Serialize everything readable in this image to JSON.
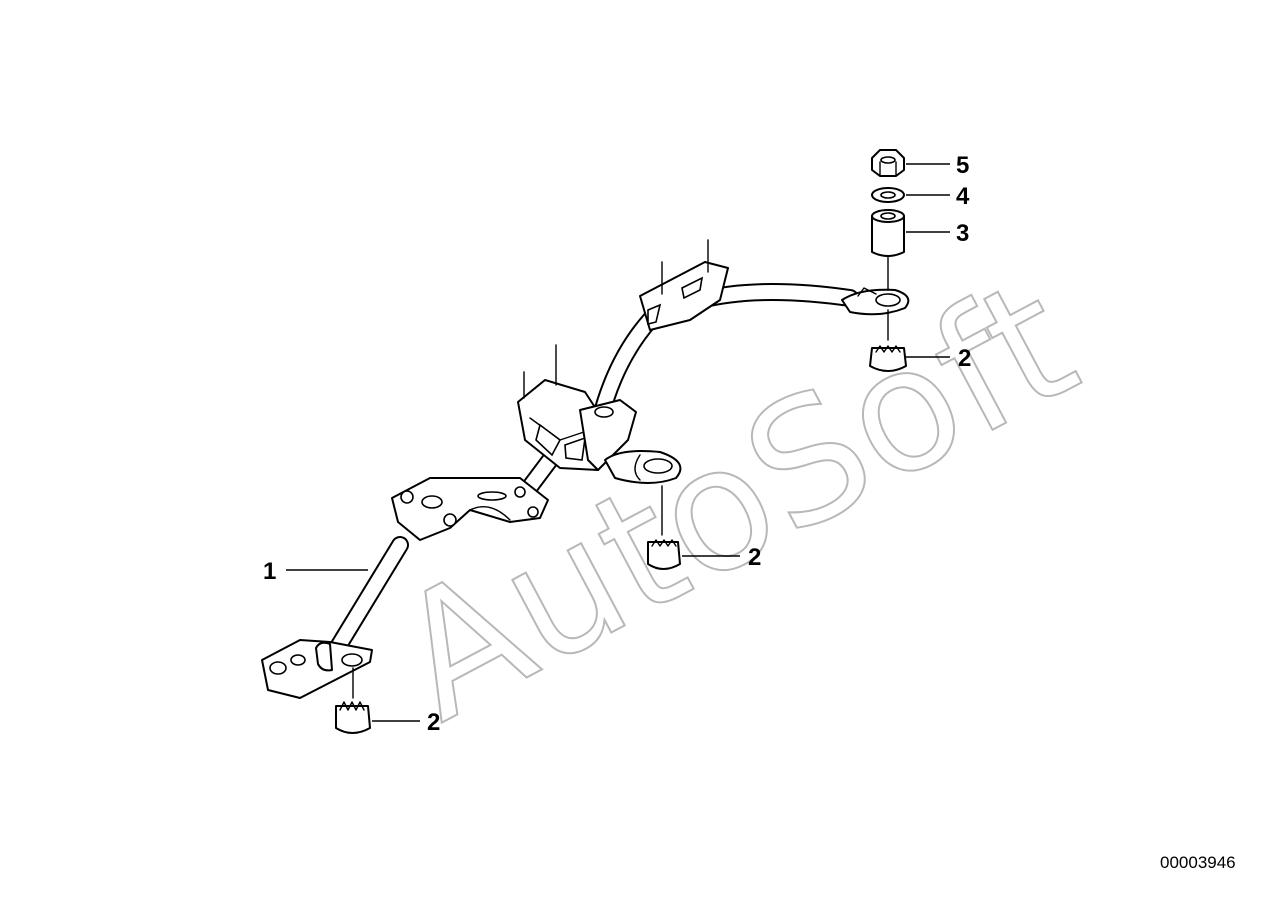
{
  "diagram_number": "00003946",
  "watermark": "AutoSoft",
  "callouts": [
    {
      "id": "label-1",
      "text": "1"
    },
    {
      "id": "label-2a",
      "text": "2"
    },
    {
      "id": "label-2b",
      "text": "2"
    },
    {
      "id": "label-2c",
      "text": "2"
    },
    {
      "id": "label-3",
      "text": "3"
    },
    {
      "id": "label-4",
      "text": "4"
    },
    {
      "id": "label-5",
      "text": "5"
    }
  ]
}
